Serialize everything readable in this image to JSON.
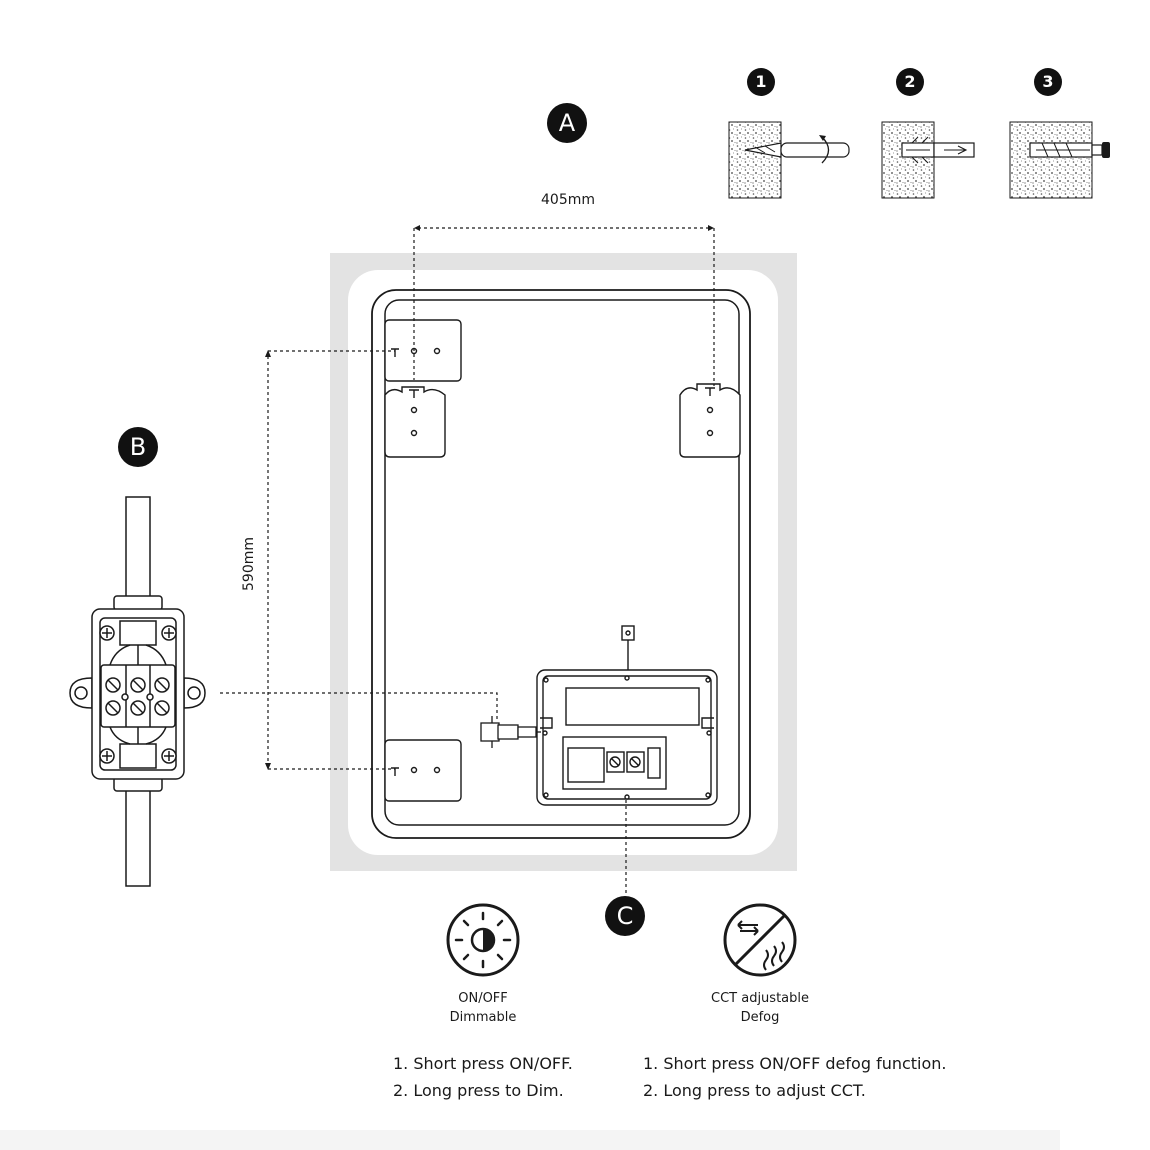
{
  "labels": {
    "panel_a": "A",
    "panel_b": "B",
    "panel_c": "C",
    "step_1": "1",
    "step_2": "2",
    "step_3": "3",
    "width_dim": "405mm",
    "height_dim": "590mm"
  },
  "icons": {
    "left": {
      "name": "sun-dimmer-icon",
      "line1": "ON/OFF",
      "line2": "Dimmable"
    },
    "right": {
      "name": "defog-icon",
      "line1": "CCT adjustable",
      "line2": "Defog"
    }
  },
  "instructions": {
    "left": [
      "1. Short press ON/OFF.",
      "2. Long press to Dim."
    ],
    "right": [
      "1. Short press ON/OFF defog function.",
      "2. Long press to adjust CCT."
    ]
  },
  "colors": {
    "frame": "#e3e3e3",
    "ink": "#1a1a1a",
    "badge": "#111111"
  }
}
